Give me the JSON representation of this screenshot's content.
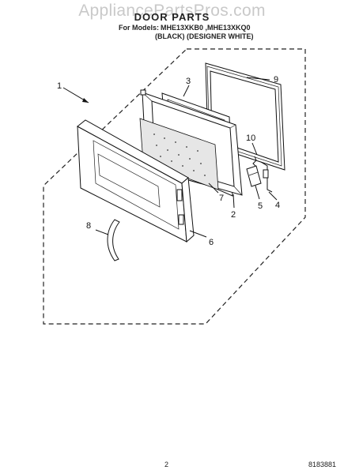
{
  "watermark": "AppliancePartsPros.com",
  "header": {
    "title": "DOOR PARTS",
    "models_prefix": "For Models:",
    "models": "MHE13XKB0 ,MHE13XKQ0",
    "variants": "(BLACK) (DESIGNER WHITE)"
  },
  "callouts": [
    "1",
    "2",
    "3",
    "4",
    "5",
    "6",
    "7",
    "8",
    "9",
    "10"
  ],
  "footer": {
    "page_number": "2",
    "doc_number": "8183881"
  }
}
